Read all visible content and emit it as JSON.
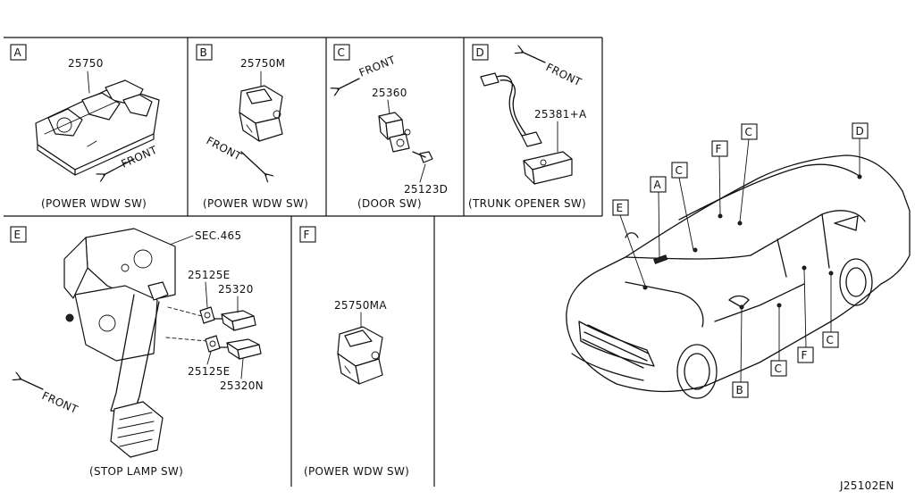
{
  "panels": {
    "a": {
      "letter": "A",
      "part": "25750",
      "caption": "(POWER WDW SW)",
      "front": "FRONT"
    },
    "b": {
      "letter": "B",
      "part": "25750M",
      "caption": "(POWER WDW SW)",
      "front": "FRONT"
    },
    "c": {
      "letter": "C",
      "part_switch": "25360",
      "part_bolt": "25123D",
      "caption": "(DOOR SW)",
      "front": "FRONT"
    },
    "d": {
      "letter": "D",
      "part": "25381+A",
      "caption": "(TRUNK OPENER SW)",
      "front": "FRONT"
    },
    "e": {
      "letter": "E",
      "sec": "SEC.465",
      "part_clip1": "25125E",
      "part_sw1": "25320",
      "part_clip2": "25125E",
      "part_sw2": "25320N",
      "caption": "(STOP LAMP SW)",
      "front": "FRONT"
    },
    "f": {
      "letter": "F",
      "part": "25750MA",
      "caption": "(POWER WDW SW)"
    }
  },
  "car": {
    "callouts": [
      "A",
      "C",
      "E",
      "F",
      "C",
      "D",
      "B",
      "C",
      "F",
      "C"
    ]
  },
  "diagram_id": "J25102EN"
}
